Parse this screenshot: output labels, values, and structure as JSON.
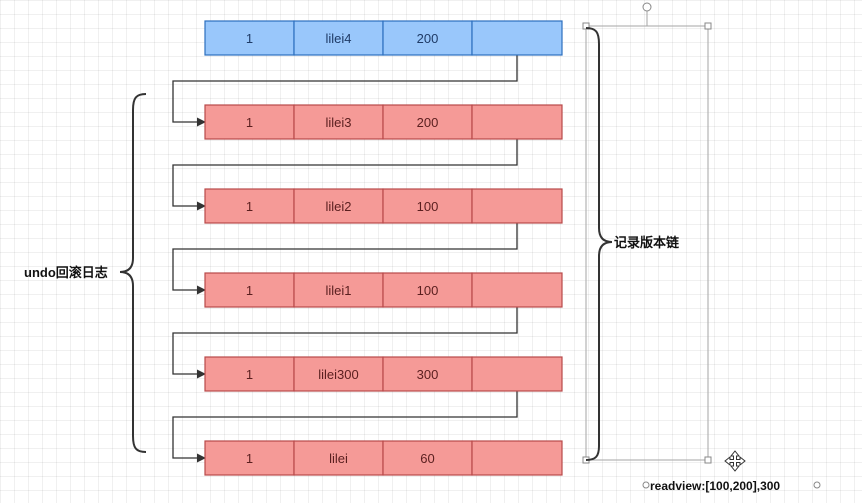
{
  "colors": {
    "current_fill": "#99c7fb",
    "current_stroke": "#2c6fbf",
    "undo_fill": "#f59a97",
    "undo_stroke": "#b8494a",
    "cell_text": "#1f3b66",
    "undo_text": "#5a1f1f",
    "connector": "#333333",
    "brace": "#333333",
    "selection": "#a6a6a6"
  },
  "icons": {
    "move": "move-icon"
  },
  "rows": [
    {
      "kind": "current",
      "cells": [
        "1",
        "lilei4",
        "200",
        ""
      ]
    },
    {
      "kind": "undo",
      "cells": [
        "1",
        "lilei3",
        "200",
        ""
      ]
    },
    {
      "kind": "undo",
      "cells": [
        "1",
        "lilei2",
        "100",
        ""
      ]
    },
    {
      "kind": "undo",
      "cells": [
        "1",
        "lilei1",
        "100",
        ""
      ]
    },
    {
      "kind": "undo",
      "cells": [
        "1",
        "lilei300",
        "300",
        ""
      ]
    },
    {
      "kind": "undo",
      "cells": [
        "1",
        "lilei",
        "60",
        ""
      ]
    }
  ],
  "labels": {
    "undo_log": "undo回滚日志",
    "version_chain": "记录版本链",
    "readview": "readview:[100,200],300"
  }
}
